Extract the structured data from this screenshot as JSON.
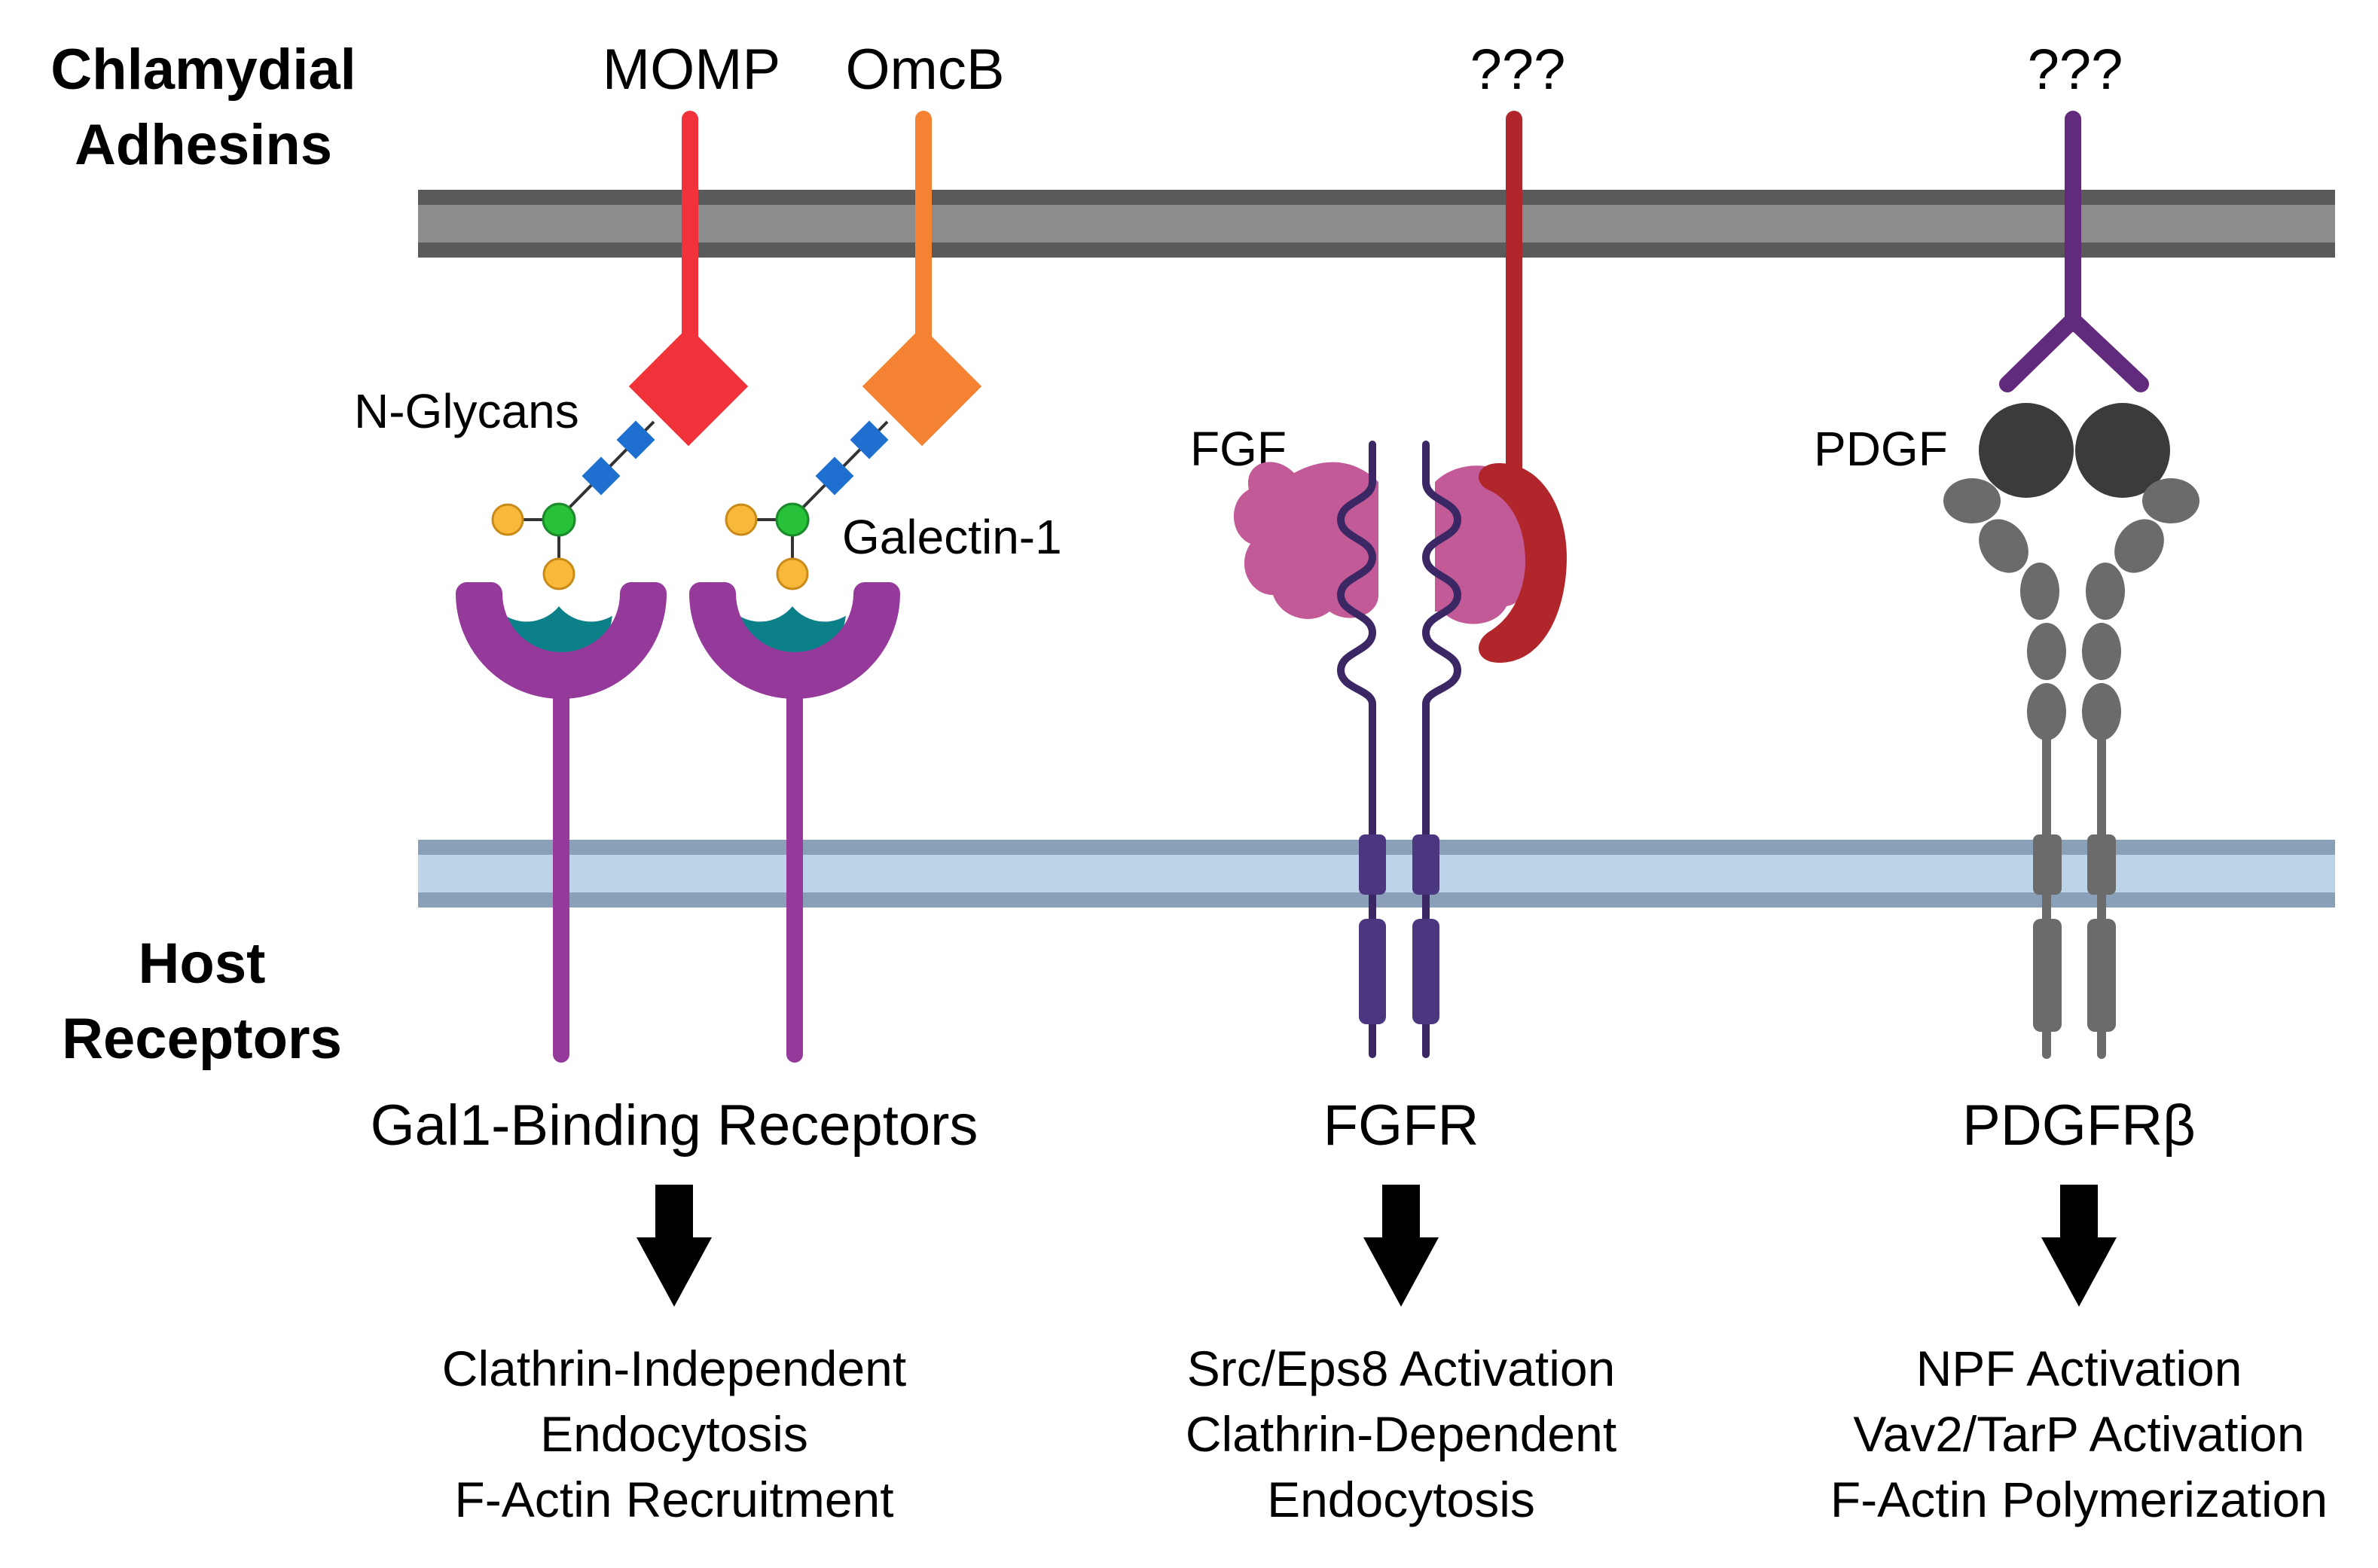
{
  "labels": {
    "chlamydial_line1": "Chlamydial",
    "chlamydial_line2": "Adhesins",
    "host_line1": "Host",
    "host_line2": "Receptors"
  },
  "adhesins": {
    "momp": "MOMP",
    "omcb": "OmcB",
    "unknown1": "???",
    "unknown2": "???"
  },
  "ligands": {
    "n_glycans": "N-Glycans",
    "galectin": "Galectin-1",
    "fgf": "FGF",
    "pdgf": "PDGF"
  },
  "receptors": {
    "gal1": "Gal1-Binding Receptors",
    "fgfr": "FGFR",
    "pdgfr": "PDGFRβ"
  },
  "outcomes": {
    "gal1": [
      "Clathrin-Independent",
      "Endocytosis",
      "F-Actin Recruitment"
    ],
    "fgfr": [
      "Src/Eps8 Activation",
      "Clathrin-Dependent",
      "Endocytosis"
    ],
    "pdgfr": [
      "NPF Activation",
      "Vav2/TarP Activation",
      "F-Actin Polymerization"
    ]
  },
  "colors": {
    "bacterial_membrane": "#8c8c8c",
    "bacterial_membrane_edge": "#5a5a5a",
    "host_membrane": "#bcd3e8",
    "host_membrane_edge": "#8aa0b8",
    "momp": "#f2323a",
    "omcb": "#f58233",
    "unknown_fgf_adhesin": "#b1262b",
    "unknown_pdgf_adhesin": "#612a7c",
    "gal1_receptor": "#95399b",
    "galectin": "#0c8088",
    "glycan_blue": "#1e6fd0",
    "glycan_green": "#27c13a",
    "glycan_yellow": "#f8b93b",
    "fgf": "#c35a98",
    "fgfr": "#3a2764",
    "pdgf": "#3b3b3b",
    "pdgfr": "#6b6b6b"
  }
}
